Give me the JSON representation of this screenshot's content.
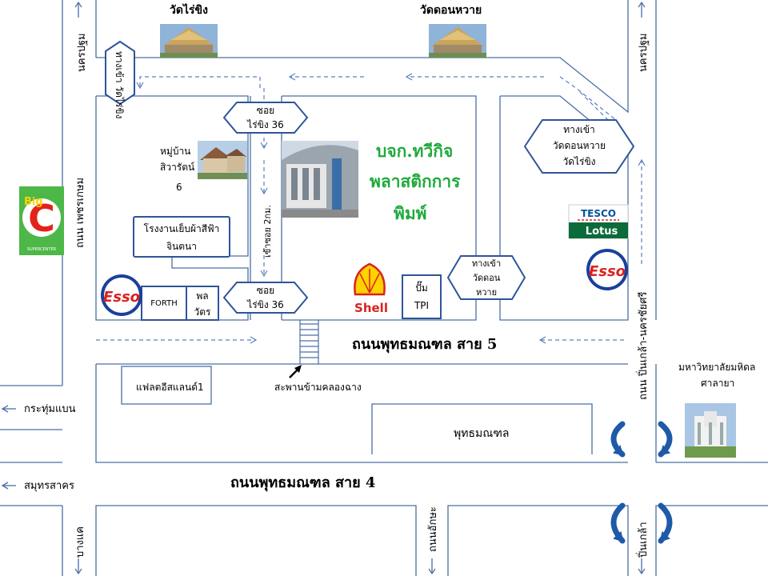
{
  "temples": {
    "left": "วัดไร่ขิง",
    "right": "วัดดอนหวาย"
  },
  "company": {
    "line1": "บจก.ทวีกิจ",
    "line2": "พลาสติกการ",
    "line3": "พิมพ์"
  },
  "roads": {
    "left_vertical": "ถนน เพชรเกษม",
    "top_left_vertical": "นครปฐม",
    "top_right_vertical": "นครปฐม",
    "right_vertical": "ถนน ปิ่นเกล้า-นครชัยศรี",
    "utthayan5": "ถนนพุทธมณฑล สาย 5",
    "utthayan4": "ถนนพุทธมณฑล สาย 4",
    "soi_vertical": "เข้าซอย 2กม.",
    "bang_khae": "บางแค",
    "bottom_mid": "ถนนอักษะ",
    "pinklao": "ปิ่นเกล้า",
    "krathum_baen": "กระทุ่มแบน",
    "samut_sakhon": "สมุทรสาคร"
  },
  "signs": {
    "tang_khao_left": "ทางเข้า วัดไร่ขิง",
    "soi_top": {
      "line1": "ซอย",
      "line2": "ไร่ขิง 36"
    },
    "soi_bottom": {
      "line1": "ซอย",
      "line2": "ไร่ขิง 36"
    },
    "right_entrance": {
      "line1": "ทางเข้า",
      "line2": "วัดดอนหวาย",
      "line3": "วัดไร่ขิง"
    },
    "mid_entrance": {
      "line1": "ทางเข้า",
      "line2": "วัดดอน",
      "line3": "หวาย"
    }
  },
  "places": {
    "village": {
      "line1": "หมู่บ้าน",
      "line2": "สิวารัตน์",
      "line3": "6"
    },
    "factory": {
      "line1": "โรงงานเย็บผ้าสีฟ้า",
      "line2": "จินตนา"
    },
    "forth": "FORTH",
    "pol_watt": {
      "line1": "พล",
      "line2": "วัตร"
    },
    "tpi": {
      "line1": "ปั๊ม",
      "line2": "TPI"
    },
    "flat": "แฟลตอีสแลนด์1",
    "bridge": "สะพานข้ามคลองฉาง",
    "phutthamonthon": "พุทธมณฑล",
    "university": {
      "line1": "มหาวิทยาลัยมหิดล",
      "line2": "ศาลายา"
    }
  },
  "logos": {
    "bigc": {
      "big": "Big",
      "c": "C",
      "sub": "SUPERCENTER"
    },
    "esso": "Esso",
    "shell": "Shell",
    "tesco": {
      "top": "TESCO",
      "bottom": "Lotus"
    }
  },
  "colors": {
    "road_line": "#4a6fa5",
    "sign_border": "#2e5597",
    "arrow_dash": "#5a7fc0",
    "company_green": "#1faa3c",
    "esso_red": "#d8231f",
    "esso_blue": "#1b3f9a",
    "shell_yellow": "#ffd200",
    "bigc_green": "#4db848",
    "bigc_red": "#e2231a",
    "tesco_blue": "#00539f",
    "lotus_green": "#0b6b3a",
    "uturn_blue": "#1e5aa8"
  }
}
